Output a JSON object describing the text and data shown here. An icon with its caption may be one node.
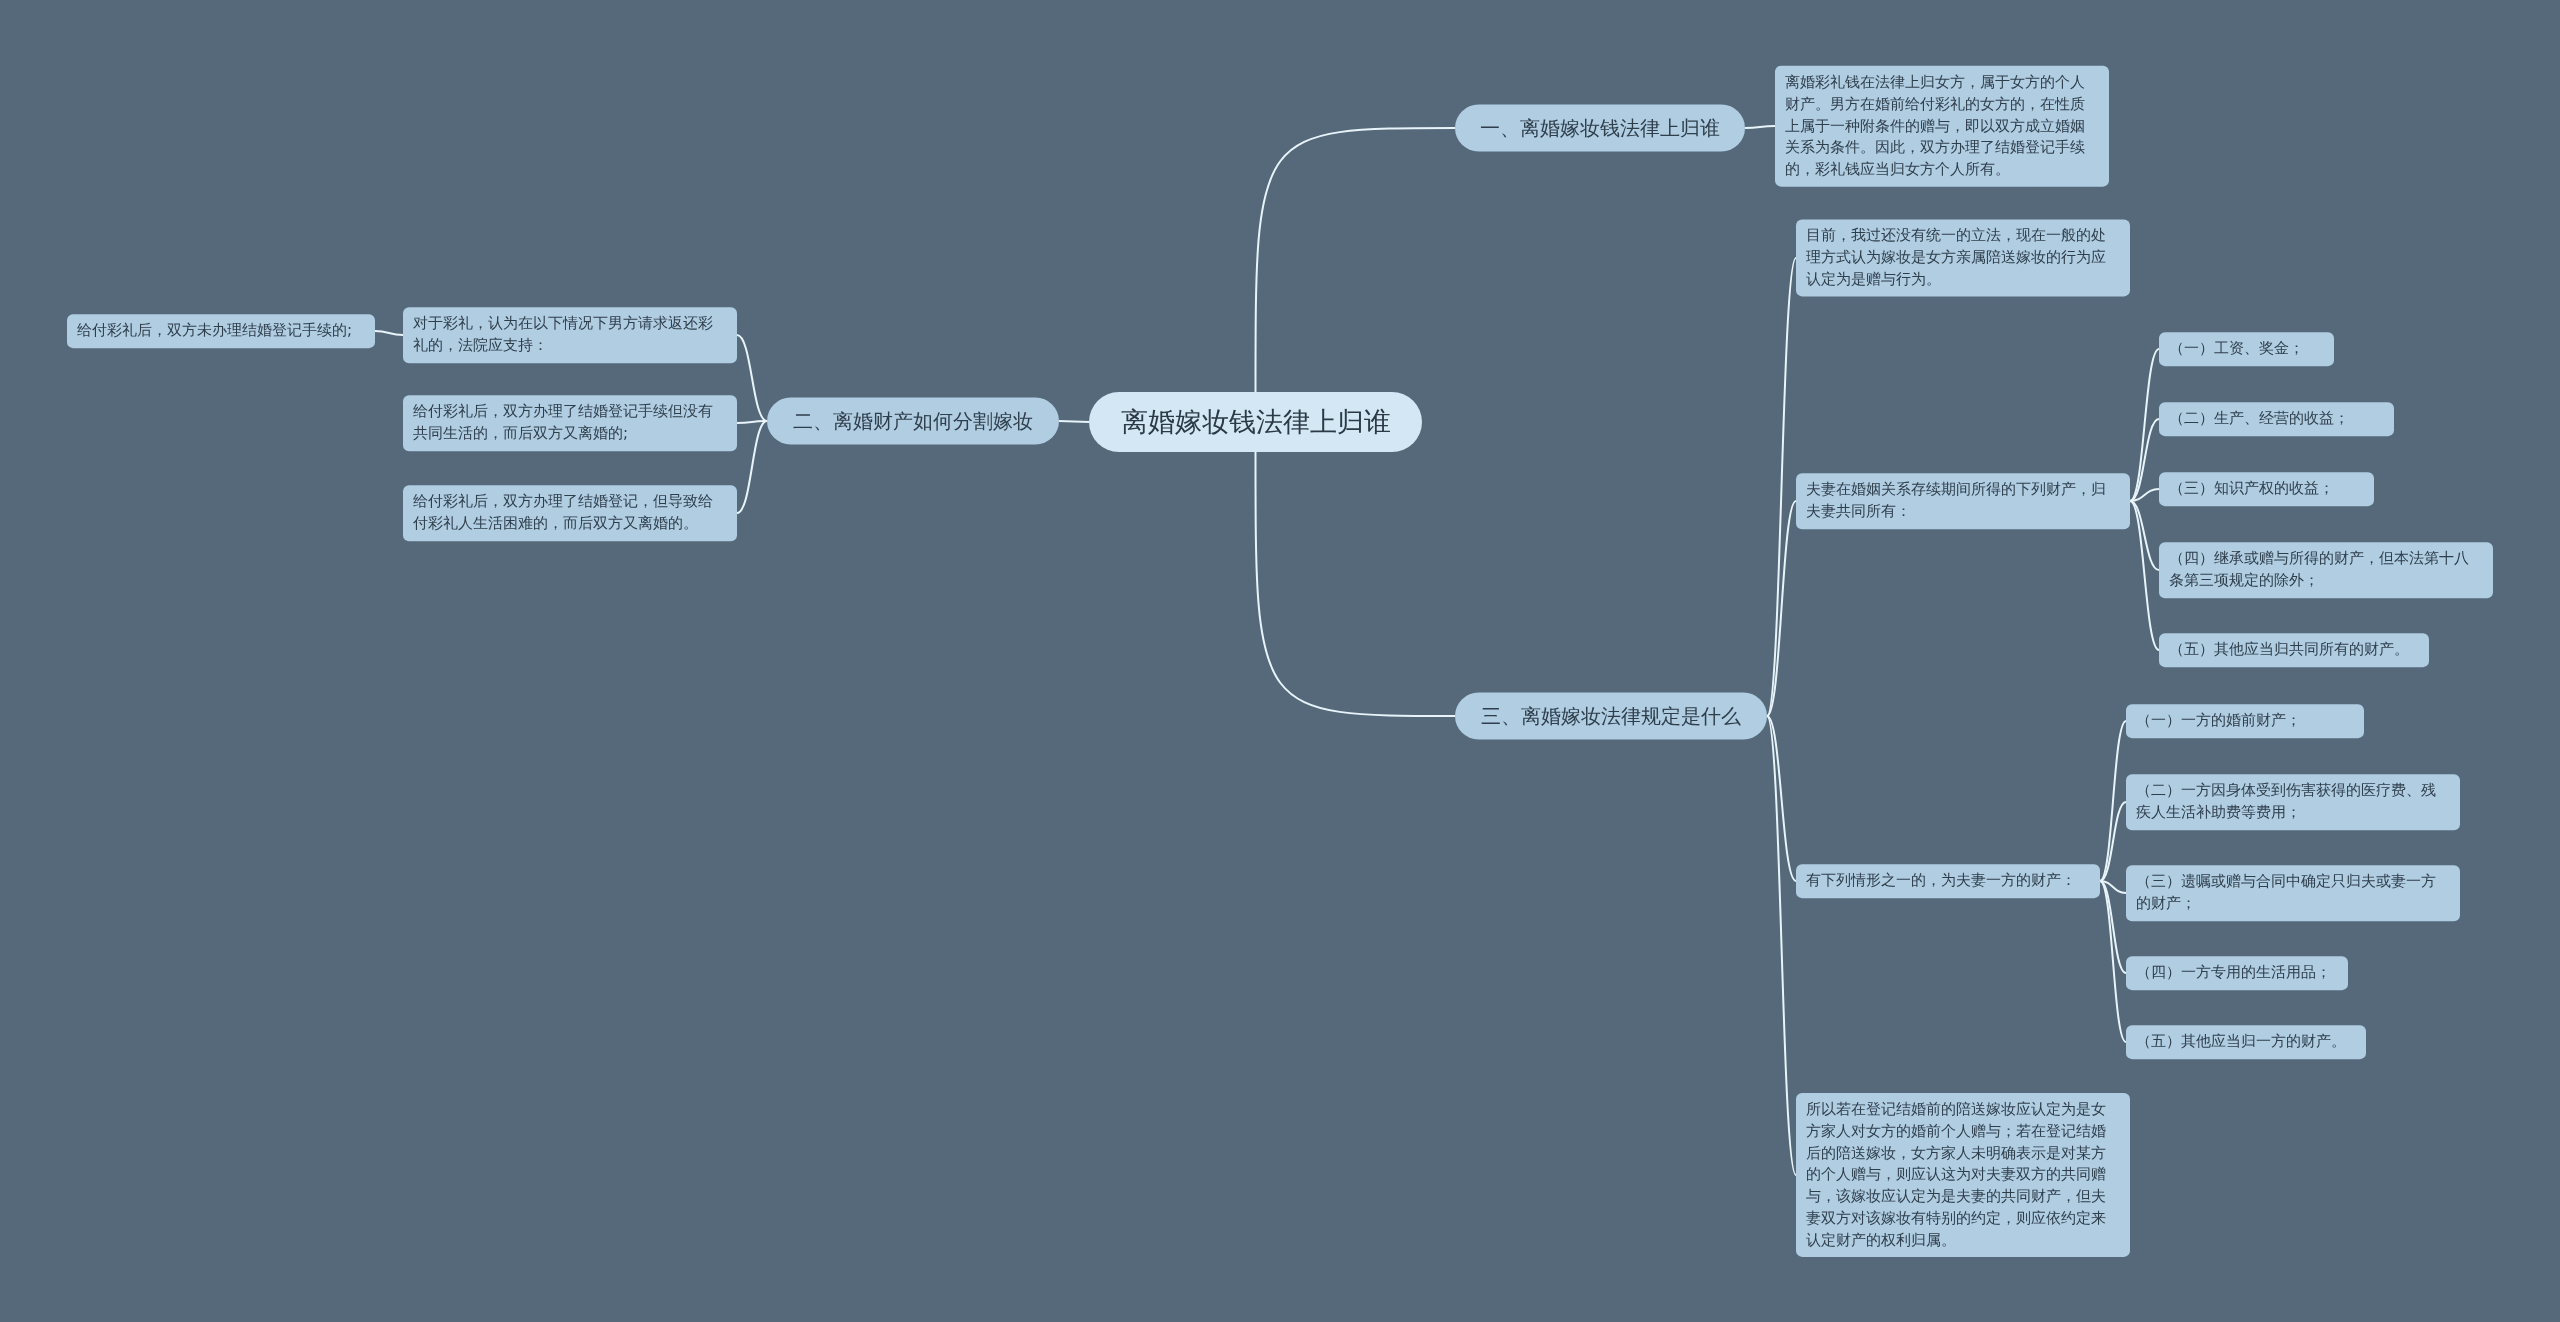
{
  "diagram": {
    "nodes": [
      {
        "text": [
          "离婚嫁妆钱法律上归谁"
        ]
      },
      {
        "text": [
          "一、离婚嫁妆钱法律上归谁"
        ]
      },
      {
        "text": [
          "离婚彩礼钱在法律上归女方，属于女方的个人财产。男方在婚前给付彩礼的女方的，在性质上属于一种附条件的赠与，即以双方成立婚姻关系为条件。因此，双方办理了结婚登记手续的，彩礼钱应当归女方个人所有。"
        ]
      },
      {
        "text": [
          "二、离婚财产如何分割嫁妆"
        ]
      },
      {
        "text": [
          "对于彩礼，认为在以下情况下男方请求返还彩礼的，法院应支持："
        ]
      },
      {
        "text": [
          "给付彩礼后，双方未办理结婚登记手续的;"
        ]
      },
      {
        "text": [
          "给付彩礼后，双方办理了结婚登记手续但没有共同生活的，而后双方又离婚的;"
        ]
      },
      {
        "text": [
          "给付彩礼后，双方办理了结婚登记，但导致给付彩礼人生活困难的，而后双方又离婚的。"
        ]
      },
      {
        "text": [
          "三、离婚嫁妆法律规定是什么"
        ]
      },
      {
        "text": [
          "目前，我过还没有统一的立法，现在一般的处理方式认为嫁妆是女方亲属陪送嫁妆的行为应认定为是赠与行为。"
        ]
      },
      {
        "text": [
          "夫妻在婚姻关系存续期间所得的下列财产，归夫妻共同所有："
        ]
      },
      {
        "text": [
          "（一）工资、奖金；"
        ]
      },
      {
        "text": [
          "（二）生产、经营的收益；"
        ]
      },
      {
        "text": [
          "（三）知识产权的收益；"
        ]
      },
      {
        "text": [
          "（四）继承或赠与所得的财产，但本法第十八条第三项规定的除外；"
        ]
      },
      {
        "text": [
          "（五）其他应当归共同所有的财产。"
        ]
      },
      {
        "text": [
          "有下列情形之一的，为夫妻一方的财产："
        ]
      },
      {
        "text": [
          "（一）一方的婚前财产；"
        ]
      },
      {
        "text": [
          "（二）一方因身体受到伤害获得的医疗费、残疾人生活补助费等费用；"
        ]
      },
      {
        "text": [
          "（三）遗嘱或赠与合同中确定只归夫或妻一方的财产；"
        ]
      },
      {
        "text": [
          "（四）一方专用的生活用品；"
        ]
      },
      {
        "text": [
          "（五）其他应当归一方的财产。"
        ]
      },
      {
        "text": [
          "所以若在登记结婚前的陪送嫁妆应认定为是女方家人对女方的婚前个人赠与；若在登记结婚后的陪送嫁妆，女方家人未明确表示是对某方的个人赠与，则应认这为对夫妻双方的共同赠与，该嫁妆应认定为是夫妻的共同财产，但夫妻双方对该嫁妆有特别的约定，则应依约定来认定财产的权利归属。"
        ]
      }
    ],
    "edges": [
      {
        "from": 0,
        "to": 1,
        "arrow": "none"
      },
      {
        "from": 1,
        "to": 2,
        "arrow": "none"
      },
      {
        "from": 0,
        "to": 3,
        "arrow": "none"
      },
      {
        "from": 3,
        "to": 4,
        "arrow": "none"
      },
      {
        "from": 4,
        "to": 5,
        "arrow": "none"
      },
      {
        "from": 3,
        "to": 6,
        "arrow": "none"
      },
      {
        "from": 3,
        "to": 7,
        "arrow": "none"
      },
      {
        "from": 0,
        "to": 8,
        "arrow": "none"
      },
      {
        "from": 8,
        "to": 9,
        "arrow": "none"
      },
      {
        "from": 8,
        "to": 10,
        "arrow": "none"
      },
      {
        "from": 10,
        "to": 11,
        "arrow": "none"
      },
      {
        "from": 10,
        "to": 12,
        "arrow": "none"
      },
      {
        "from": 10,
        "to": 13,
        "arrow": "none"
      },
      {
        "from": 10,
        "to": 14,
        "arrow": "none"
      },
      {
        "from": 10,
        "to": 15,
        "arrow": "none"
      },
      {
        "from": 8,
        "to": 16,
        "arrow": "none"
      },
      {
        "from": 16,
        "to": 17,
        "arrow": "none"
      },
      {
        "from": 16,
        "to": 18,
        "arrow": "none"
      },
      {
        "from": 16,
        "to": 19,
        "arrow": "none"
      },
      {
        "from": 16,
        "to": 20,
        "arrow": "none"
      },
      {
        "from": 16,
        "to": 21,
        "arrow": "none"
      },
      {
        "from": 8,
        "to": 22,
        "arrow": "none"
      }
    ]
  }
}
